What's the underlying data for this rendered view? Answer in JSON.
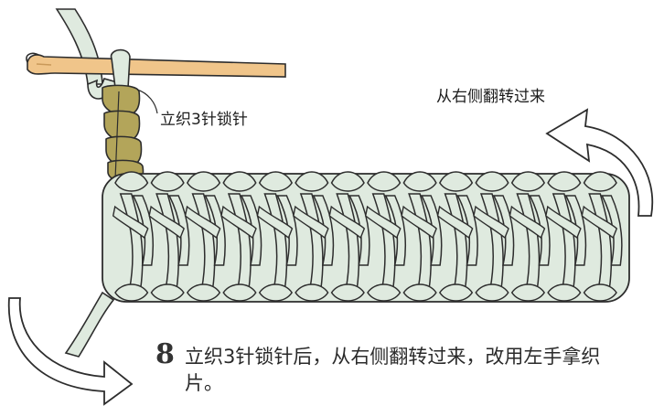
{
  "labels": {
    "chain_stitches": "立织3针锁针",
    "turn_from_right": "从右侧翻转过来"
  },
  "step": {
    "number": "8",
    "text": "立织3针锁针后，从右侧翻转过来，改用左手拿织片。"
  },
  "colors": {
    "yarn_fill": "#dfeadf",
    "yarn_outline": "#2d2d2d",
    "chain_fill": "#b3a55a",
    "hook_fill": "#f0c58a",
    "arrow_fill": "#ffffff"
  },
  "icons": {
    "hook": "crochet-hook-icon",
    "arrow_turn": "curved-arrow-icon",
    "arrow_down": "curved-arrow-down-icon"
  }
}
